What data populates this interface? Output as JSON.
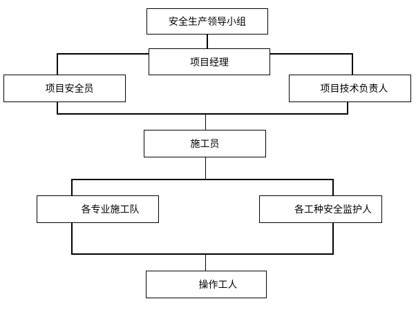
{
  "diagram": {
    "type": "org-chart",
    "background_color": "#ffffff",
    "line_color": "#000000",
    "box_fill_color": "#ffffff",
    "text_color": "#000000",
    "nodes": [
      {
        "id": "leadership-group",
        "label": "安全生产领导小组",
        "level": 1
      },
      {
        "id": "project-manager",
        "label": "项目经理",
        "level": 2
      },
      {
        "id": "project-safety-officer",
        "label": "项目安全员",
        "level": 3
      },
      {
        "id": "project-technical-leader",
        "label": "项目技术负责人",
        "level": 3
      },
      {
        "id": "construction-foreman",
        "label": "施工员",
        "level": 4
      },
      {
        "id": "specialty-construction-teams",
        "label": "各专业施工队",
        "level": 5
      },
      {
        "id": "trade-safety-supervisors",
        "label": "各工种安全监护人",
        "level": 5
      },
      {
        "id": "operating-workers",
        "label": "操作工人",
        "level": 6
      }
    ],
    "edges": [
      {
        "from": "leadership-group",
        "to": "project-manager"
      },
      {
        "from": "project-manager",
        "to": "project-safety-officer"
      },
      {
        "from": "project-manager",
        "to": "project-technical-leader"
      },
      {
        "from": "project-safety-officer",
        "to": "construction-foreman"
      },
      {
        "from": "project-technical-leader",
        "to": "construction-foreman"
      },
      {
        "from": "construction-foreman",
        "to": "specialty-construction-teams"
      },
      {
        "from": "construction-foreman",
        "to": "trade-safety-supervisors"
      },
      {
        "from": "specialty-construction-teams",
        "to": "operating-workers"
      },
      {
        "from": "trade-safety-supervisors",
        "to": "operating-workers"
      }
    ]
  }
}
